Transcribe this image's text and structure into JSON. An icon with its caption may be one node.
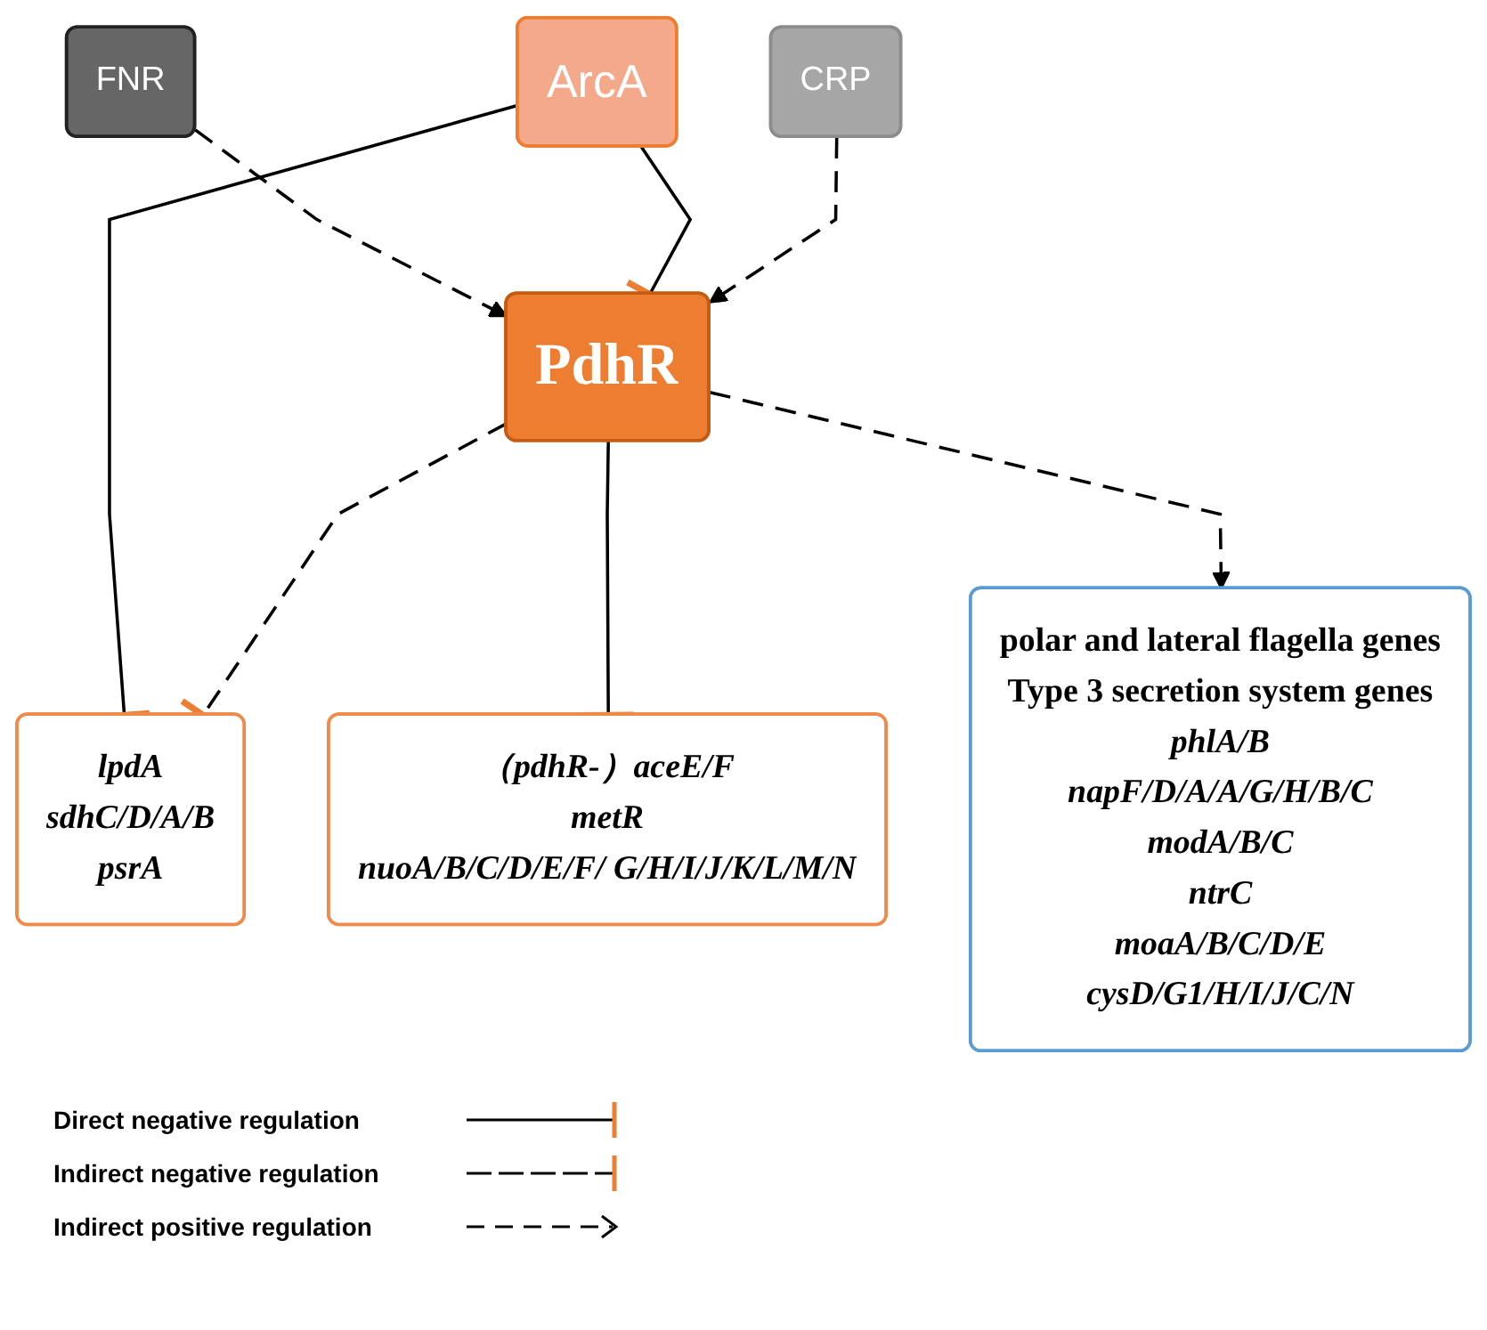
{
  "diagram": {
    "nodes": [
      {
        "text": [
          "FNR"
        ]
      },
      {
        "text": [
          "ArcA"
        ]
      },
      {
        "text": [
          "CRP"
        ]
      },
      {
        "text": [
          "lpdA",
          "sdhC/D/A/B",
          "psrA"
        ]
      },
      {
        "text": [
          "（pdhR-）aceE/F",
          "metR",
          "nuoA/B/C/D/E/F/ G/H/I/J/K/L/M/N"
        ]
      },
      {
        "text": [
          "PdhR"
        ]
      },
      {
        "text": [
          "polar and lateral flagella genes",
          "Type 3 secretion system genes",
          "phlA/B",
          "napF/D/A/A/G/H/B/C",
          "modA/B/C",
          "ntrC",
          "moaA/B/C/D/E",
          "cysD/G1/H/I/J/C/N"
        ]
      }
    ],
    "edges": [
      {
        "from": 0,
        "to": 5,
        "arrow": "to",
        "style": "dashed"
      },
      {
        "from": 1,
        "to": 5,
        "arrow": "other"
      },
      {
        "from": 2,
        "to": 5,
        "arrow": "to",
        "style": "dashed"
      },
      {
        "from": 1,
        "to": 3,
        "arrow": "other"
      },
      {
        "from": 5,
        "to": 3,
        "arrow": "other",
        "style": "dashed"
      },
      {
        "from": 5,
        "to": 4,
        "arrow": "other"
      },
      {
        "from": 5,
        "to": 6,
        "arrow": "to",
        "style": "dashed"
      }
    ],
    "legend": [
      {
        "text": "Direct negative regulation"
      },
      {
        "text": "Indirect negative regulation"
      },
      {
        "text": "Indirect positive regulation"
      }
    ]
  }
}
